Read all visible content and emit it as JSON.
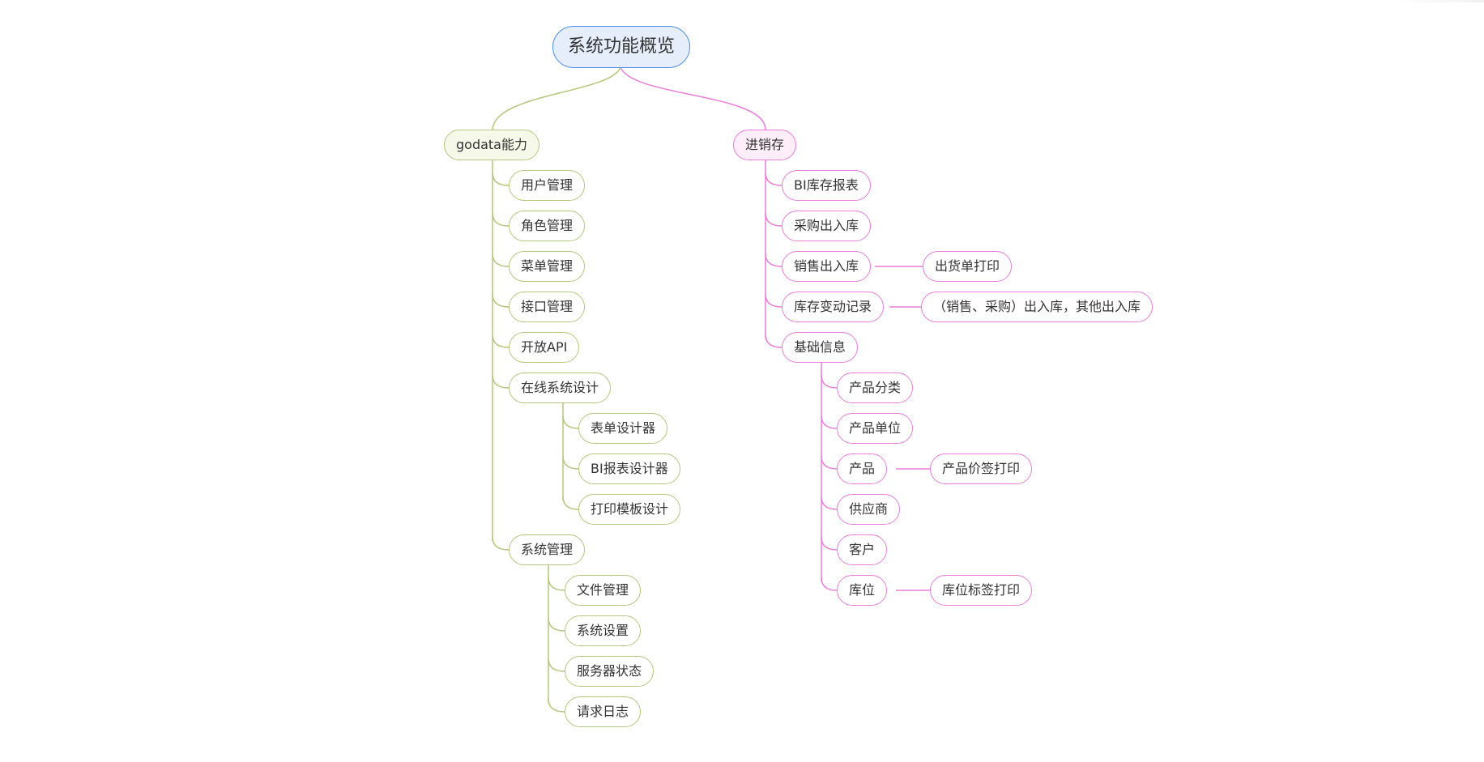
{
  "colors": {
    "root_border": "#4c8fe7",
    "root_fill": "#e6eefb",
    "green": "#b5c77f",
    "green_fill": "#f6f8ea",
    "pink": "#ea7ed9",
    "pink_fill": "#fdeefa",
    "text": "#333333"
  },
  "mindmap": {
    "root": "系统功能概览",
    "left": {
      "label": "godata能力",
      "children": [
        "用户管理",
        "角色管理",
        "菜单管理",
        "接口管理",
        "开放API",
        "在线系统设计",
        "系统管理"
      ],
      "online_design": [
        "表单设计器",
        "BI报表设计器",
        "打印模板设计"
      ],
      "system_mgmt": [
        "文件管理",
        "系统设置",
        "服务器状态",
        "请求日志"
      ]
    },
    "right": {
      "label": "进销存",
      "children": [
        "BI库存报表",
        "采购出入库",
        "销售出入库",
        "库存变动记录",
        "基础信息"
      ],
      "sales_child": "出货单打印",
      "inventory_child": "（销售、采购）出入库，其他出入库",
      "base_info": [
        "产品分类",
        "产品单位",
        "产品",
        "供应商",
        "客户",
        "库位"
      ],
      "product_child": "产品价签打印",
      "location_child": "库位标签打印"
    }
  }
}
